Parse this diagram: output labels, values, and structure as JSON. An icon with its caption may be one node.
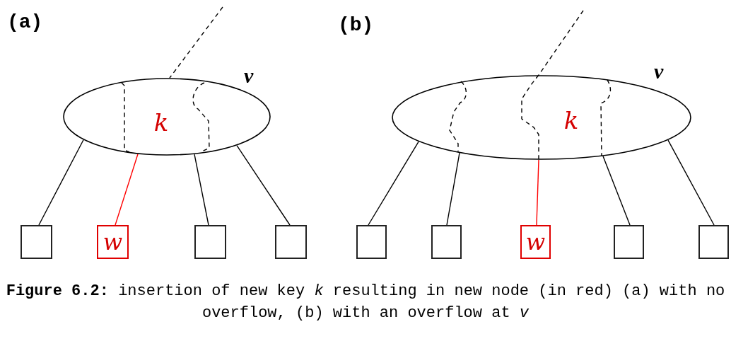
{
  "diagram": {
    "caption": "**Figure 6.2:** insertion of new key *k* resulting in new node (in red) (a) with no overflow, (b) with an overflow at *v*",
    "nodes": [
      {
        "text": [
          "k"
        ],
        "beside": [
          "v"
        ]
      },
      {
        "text": [],
        "shape": "box"
      },
      {
        "text": [
          "w"
        ]
      },
      {
        "text": [],
        "shape": "box"
      },
      {
        "text": [],
        "shape": "box"
      },
      {
        "text": [
          "k"
        ],
        "beside": [
          "v"
        ]
      },
      {
        "text": [],
        "shape": "box"
      },
      {
        "text": [],
        "shape": "box"
      },
      {
        "text": [
          "w"
        ]
      },
      {
        "text": [],
        "shape": "box"
      },
      {
        "text": [],
        "shape": "box"
      }
    ],
    "edges": [
      {
        "from": null,
        "to": 0,
        "arrow": "none",
        "style": "dashed"
      },
      {
        "from": 0,
        "to": 1,
        "arrow": "none"
      },
      {
        "from": 0,
        "to": 2,
        "arrow": "none",
        "color": "#ff0000"
      },
      {
        "from": 0,
        "to": 3,
        "arrow": "none"
      },
      {
        "from": 0,
        "to": 4,
        "arrow": "none"
      },
      {
        "from": null,
        "to": 5,
        "arrow": "none",
        "style": "dashed"
      },
      {
        "from": 5,
        "to": 6,
        "arrow": "none"
      },
      {
        "from": 5,
        "to": 7,
        "arrow": "none"
      },
      {
        "from": 5,
        "to": 8,
        "arrow": "none",
        "color": "#ff0000"
      },
      {
        "from": 5,
        "to": 9,
        "arrow": "none"
      },
      {
        "from": 5,
        "to": 10,
        "arrow": "none"
      }
    ],
    "labels": [
      "(a)",
      "(b)"
    ]
  }
}
